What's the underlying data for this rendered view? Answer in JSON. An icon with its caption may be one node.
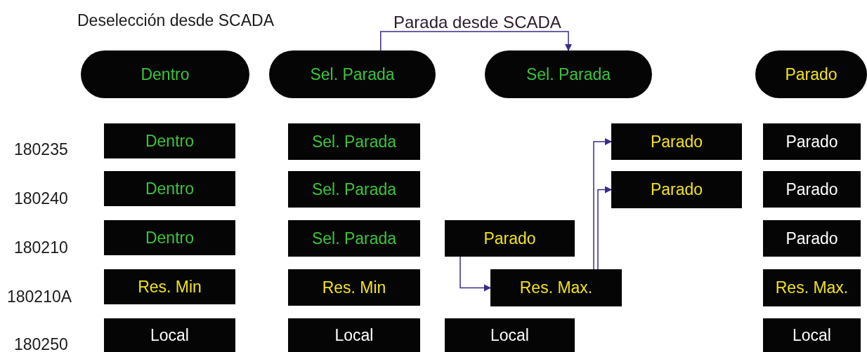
{
  "diagram": {
    "nodes": [
      {
        "text": [
          "Dentro"
        ]
      },
      {
        "text": [
          "Sel. Parada"
        ]
      },
      {
        "text": [
          "Sel. Parada"
        ]
      },
      {
        "text": [
          "Parado"
        ]
      },
      {
        "text": [
          "Dentro"
        ]
      },
      {
        "text": [
          "Dentro"
        ]
      },
      {
        "text": [
          "Dentro"
        ]
      },
      {
        "text": [
          "Res. Min"
        ]
      },
      {
        "text": [
          "Local"
        ]
      },
      {
        "text": [
          "Sel. Parada"
        ]
      },
      {
        "text": [
          "Sel. Parada"
        ]
      },
      {
        "text": [
          "Sel. Parada"
        ]
      },
      {
        "text": [
          "Res. Min"
        ]
      },
      {
        "text": [
          "Local"
        ]
      },
      {
        "text": [
          "Parado"
        ]
      },
      {
        "text": [
          "Res. Max."
        ]
      },
      {
        "text": [
          "Local"
        ]
      },
      {
        "text": [
          "Parado"
        ]
      },
      {
        "text": [
          "Parado"
        ]
      },
      {
        "text": [
          "Parado"
        ]
      },
      {
        "text": [
          "Parado"
        ]
      },
      {
        "text": [
          "Parado"
        ]
      },
      {
        "text": [
          "Res. Max."
        ]
      },
      {
        "text": [
          "Local"
        ]
      }
    ],
    "edges": [
      {
        "from": 1,
        "to": 2,
        "arrow": "to",
        "label": "Parada desde SCADA"
      },
      {
        "from": 14,
        "to": 15,
        "arrow": "to"
      },
      {
        "from": 15,
        "to": 17,
        "arrow": "to"
      },
      {
        "from": 15,
        "to": 18,
        "arrow": "to"
      }
    ],
    "labels": [
      "Deselección desde SCADA",
      "180235",
      "180240",
      "180210",
      "180210A",
      "180250"
    ]
  }
}
